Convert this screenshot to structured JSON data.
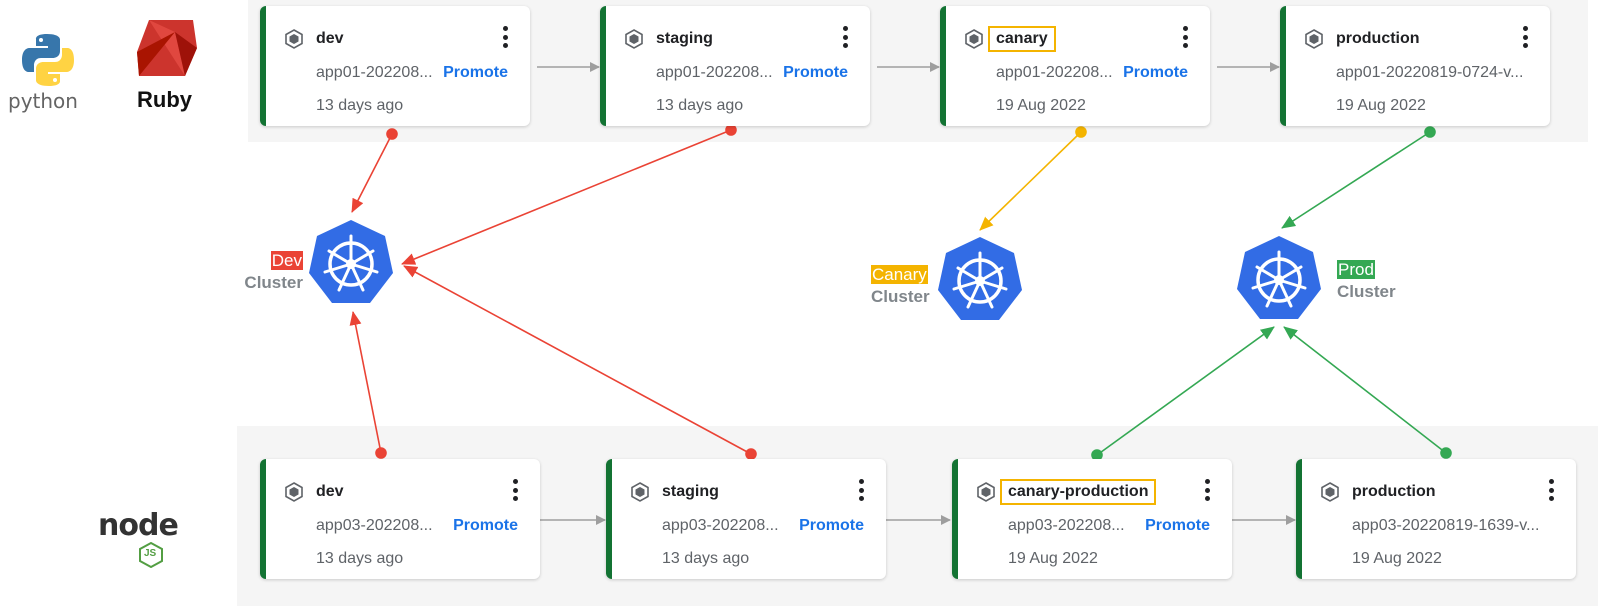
{
  "pipelines": [
    {
      "stages": [
        {
          "name": "dev",
          "release": "app01-202208...",
          "promote": "Promote",
          "date": "13 days ago",
          "highlight": false
        },
        {
          "name": "staging",
          "release": "app01-202208...",
          "promote": "Promote",
          "date": "13 days ago",
          "highlight": false
        },
        {
          "name": "canary",
          "release": "app01-202208...",
          "promote": "Promote",
          "date": "19 Aug 2022",
          "highlight": true
        },
        {
          "name": "production",
          "release": "app01-20220819-0724-v...",
          "promote": "",
          "date": "19 Aug 2022",
          "highlight": false
        }
      ]
    },
    {
      "stages": [
        {
          "name": "dev",
          "release": "app03-202208...",
          "promote": "Promote",
          "date": "13 days ago",
          "highlight": false
        },
        {
          "name": "staging",
          "release": "app03-202208...",
          "promote": "Promote",
          "date": "13 days ago",
          "highlight": false
        },
        {
          "name": "canary-production",
          "release": "app03-202208...",
          "promote": "Promote",
          "date": "19 Aug 2022",
          "highlight": true
        },
        {
          "name": "production",
          "release": "app03-20220819-1639-v...",
          "promote": "",
          "date": "19 Aug 2022",
          "highlight": false
        }
      ]
    }
  ],
  "clusters": {
    "dev": {
      "tag": "Dev",
      "sub": "Cluster",
      "color": "#ea4335"
    },
    "canary": {
      "tag": "Canary",
      "sub": "Cluster",
      "color": "#f4b400"
    },
    "prod": {
      "tag": "Prod",
      "sub": "Cluster",
      "color": "#34a853"
    }
  },
  "logos": {
    "python": "python",
    "ruby": "Ruby",
    "node": "node",
    "node_js": "JS"
  },
  "colors": {
    "stage_bar": "#137333",
    "promote": "#1a73e8",
    "k8s": "#326ce5",
    "arrow_gray": "#9e9e9e"
  }
}
